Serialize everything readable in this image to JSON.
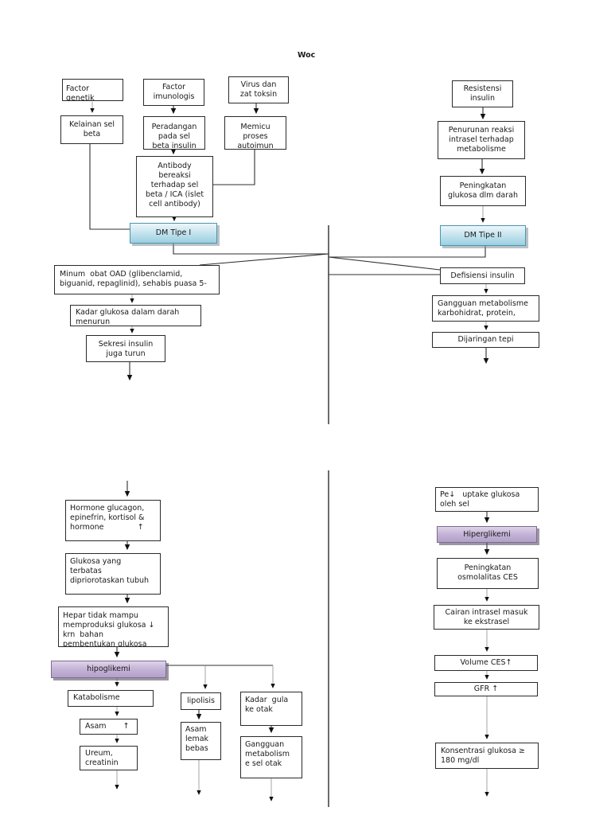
{
  "title": "Woc",
  "colors": {
    "dm_node_blue": "#9bcfe0",
    "glycemia_node_purple": "#b2a0c9",
    "box_border": "#2a2a2a",
    "connector": "#2f2f2f"
  },
  "nodes": {
    "factor_genetik": {
      "label": "Factor\ngenetik"
    },
    "kelainan_sel_beta": {
      "label": "Kelainan sel\nbeta"
    },
    "factor_imunologis": {
      "label": "Factor\nimunologis"
    },
    "peradangan": {
      "label": "Peradangan\npada sel\nbeta insulin"
    },
    "virus_toksin": {
      "label": "Virus dan\nzat toksin"
    },
    "memicu_autoimun": {
      "label": "Memicu\nproses\nautoimun"
    },
    "antibody": {
      "label": "Antibody\nbereaksi\nterhadap sel\nbeta / ICA (islet\ncell antibody)"
    },
    "dm_tipe_1": {
      "label": "DM Tipe I"
    },
    "resistensi_insulin": {
      "label": "Resistensi\ninsulin"
    },
    "penurunan_reaksi": {
      "label": "Penurunan reaksi\nintrasel terhadap\nmetabolisme"
    },
    "peningkatan_glukosa": {
      "label": "Peningkatan\nglukosa dlm darah"
    },
    "dm_tipe_2": {
      "label": "DM Tipe II"
    },
    "minum_oad": {
      "label": "Minum  obat OAD (glibenclamid,\nbiguanid, repaglinid), sehabis puasa 5-"
    },
    "kadar_glukosa_menurun": {
      "label": "Kadar glukosa dalam darah\nmenurun"
    },
    "sekresi_insulin": {
      "label": "Sekresi insulin\njuga turun"
    },
    "defisiensi_insulin": {
      "label": "Defisiensi insulin"
    },
    "gangguan_metabolisme": {
      "label": "Gangguan metabolisme\nkarbohidrat, protein,"
    },
    "dijaringan_tepi": {
      "label": "Dijaringan tepi"
    },
    "hormone_glucagon": {
      "label": "Hormone glucagon,\nepinefrin, kortisol &\nhormone              ↑"
    },
    "glukosa_terbatas": {
      "label": "Glukosa yang\nterbatas\ndipriorotaskan tubuh"
    },
    "hepar": {
      "label": "Hepar tidak mampu\nmemproduksi glukosa ↓\nkrn  bahan\npembentukan glukosa"
    },
    "hipoglikemi": {
      "label": "hipoglikemi"
    },
    "katabolisme": {
      "label": "Katabolisme"
    },
    "asam": {
      "label": "Asam       ↑"
    },
    "ureum_creatinin": {
      "label": "Ureum,\ncreatinin"
    },
    "lipolisis": {
      "label": "lipolisis"
    },
    "asam_lemak_bebas": {
      "label": "Asam\nlemak\nbebas"
    },
    "kadar_gula_otak": {
      "label": "Kadar  gula\nke otak"
    },
    "gangguan_sel_otak": {
      "label": "Gangguan\nmetabolism\ne sel otak"
    },
    "pe_uptake": {
      "label": "Pe↓   uptake glukosa\noleh sel"
    },
    "hiperglikemi": {
      "label": "Hiperglikemi"
    },
    "peningkatan_osmolalitas": {
      "label": "Peningkatan\nosmolalitas CES"
    },
    "cairan_intrasel": {
      "label": "Cairan intrasel masuk\nke ekstrasel"
    },
    "volume_ces": {
      "label": "Volume CES↑"
    },
    "gfr": {
      "label": "GFR ↑"
    },
    "konsentrasi_glukosa": {
      "label": "Konsentrasi glukosa ≥\n180 mg/dl"
    }
  }
}
